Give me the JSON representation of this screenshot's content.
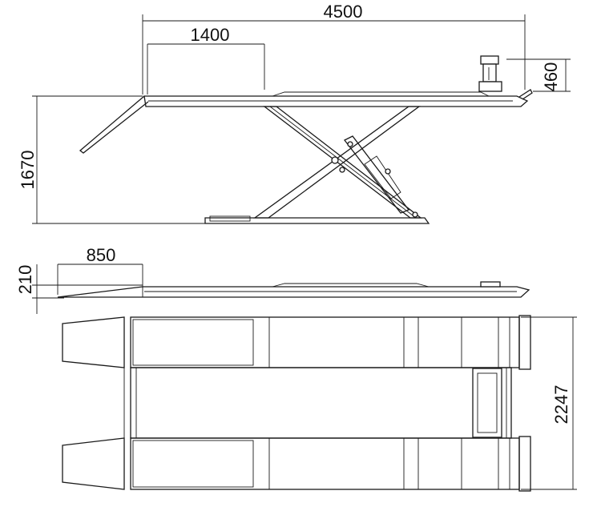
{
  "dimensions": {
    "overall_length": "4500",
    "ramp_length": "1400",
    "jack_height": "460",
    "max_height": "1670",
    "lowered_ramp": "850",
    "lowered_height": "210",
    "width": "2247"
  }
}
